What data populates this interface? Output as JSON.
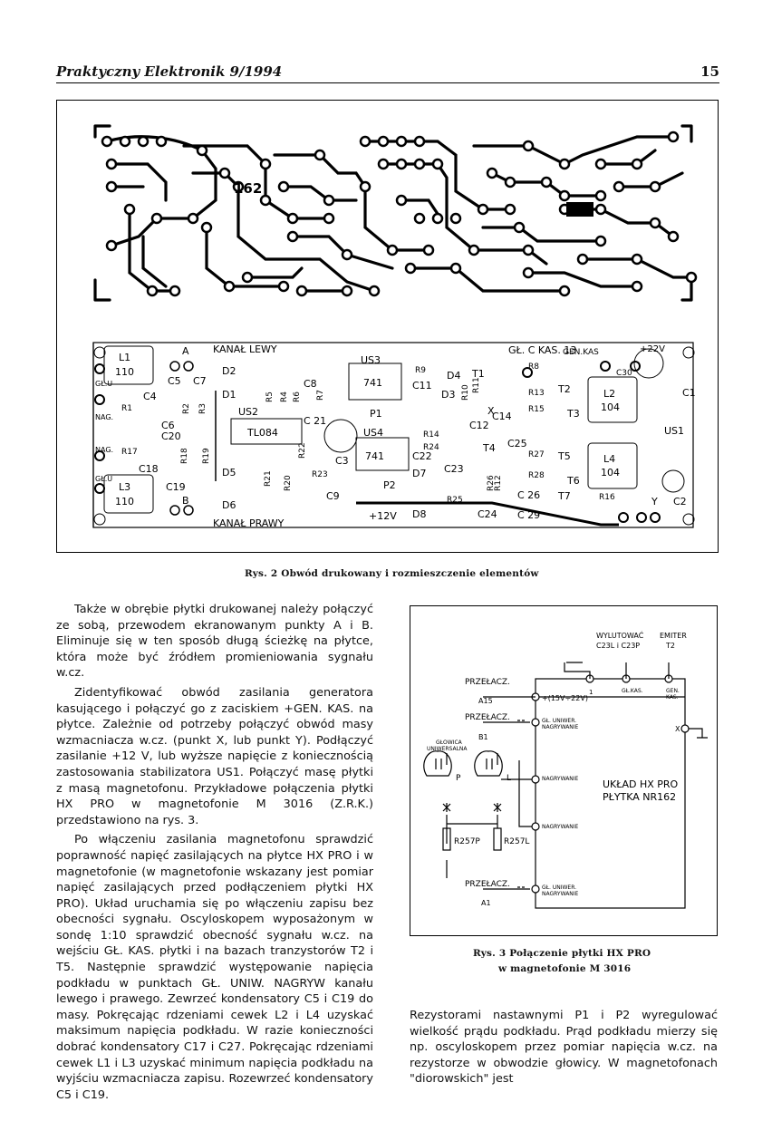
{
  "header": {
    "journal": "Praktyczny Elektronik 9/1994",
    "page": "15"
  },
  "fig2": {
    "caption": "Rys. 2 Obwód drukowany i rozmieszczenie elementów",
    "board_number": "162",
    "labels": {
      "kanal_lewy": "KANAŁ LEWY",
      "kanal_prawy": "KANAŁ PRAWY",
      "l1": "L1",
      "l1v": "110",
      "l3": "L3",
      "l3v": "110",
      "l2": "L2",
      "l2v": "104",
      "l4": "L4",
      "l4v": "104",
      "us2": "US2",
      "tl084": "TL084",
      "us3": "US3",
      "us4": "US4",
      "v741a": "741",
      "v741b": "741",
      "gl_kas": "GŁ. C KAS. 13",
      "gen_kas": "GEN.KAS",
      "v22": "+22V",
      "v12": "+12V",
      "gl_u1": "GŁ.U",
      "gl_u2": "GŁ.U",
      "nag1": "NAG.",
      "nag2": "NAG.",
      "a": "A",
      "b": "B",
      "x": "X",
      "y": "Y",
      "us1": "US1",
      "r1": "R1",
      "r17": "R17",
      "r18": "R18",
      "r19": "R19",
      "r2": "R2",
      "r3": "R3",
      "r4": "R4",
      "r5": "R5",
      "r6": "R6",
      "r7": "R7",
      "r8": "R8",
      "r9": "R9",
      "r10": "R10",
      "r11": "R11",
      "r12": "R12",
      "r13": "R13",
      "r14": "R14",
      "r15": "R15",
      "r16": "R16",
      "r20": "R20",
      "r21": "R21",
      "r22": "R22",
      "r23": "R23",
      "r24": "R24",
      "r25": "R25",
      "r26": "R26",
      "r27": "R27",
      "r28": "R28",
      "c4": "C4",
      "c5": "C5",
      "c6": "C6",
      "c7": "C7",
      "c8": "C8",
      "c9": "C9",
      "c11": "C11",
      "c12": "C12",
      "c14": "C14",
      "c18": "C18",
      "c19": "C19",
      "c20": "C20",
      "c21": "C 21",
      "c22": "C22",
      "c23": "C23",
      "c24": "C24",
      "c25": "C25",
      "c26": "C 26",
      "c29": "C 29",
      "c3": "C3",
      "c30": "C30",
      "c1": "C1",
      "c2": "C2",
      "d1": "D1",
      "d2": "D2",
      "d3": "D3",
      "d4": "D4",
      "d5": "D5",
      "d6": "D6",
      "d7": "D7",
      "d8": "D8",
      "t1": "T1",
      "t2": "T2",
      "t3": "T3",
      "t4": "T4",
      "t5": "T5",
      "t6": "T6",
      "t7": "T7",
      "p1": "P1",
      "p2": "P2"
    }
  },
  "left_column": [
    "Także w obrębie płytki drukowanej należy połączyć ze sobą, przewodem ekranowanym punkty A i B. Eliminuje się w ten sposób długą ścieżkę na płytce, która może być źródłem promieniowania sygnału w.cz.",
    "Zidentyfikować obwód zasilania generatora kasującego i połączyć go z zaciskiem +GEN. KAS. na płytce. Zależnie od potrzeby połączyć obwód masy wzmacniacza w.cz. (punkt X, lub punkt Y). Podłączyć zasilanie +12 V, lub wyższe napięcie z koniecznością zastosowania stabilizatora US1. Połączyć masę płytki z masą magnetofonu. Przykładowe połączenia płytki HX PRO w magnetofonie M 3016 (Z.R.K.) przedstawiono na rys. 3.",
    "Po włączeniu zasilania magnetofonu sprawdzić poprawność napięć zasilających na płytce HX PRO i w magnetofonie (w magnetofonie wskazany jest pomiar napięć zasilających przed podłączeniem płytki HX PRO). Układ uruchamia się po włączeniu zapisu bez obecności sygnału. Oscyloskopem wyposażonym w sondę 1:10 sprawdzić obecność sygnału w.cz. na wejściu GŁ. KAS. płytki i na bazach tranzystorów T2 i T5. Następnie sprawdzić występowanie napięcia podkładu w punktach GŁ. UNIW. NAGRYW kanału lewego i prawego. Zewrzeć kondensatory C5 i C19 do masy. Pokręcając rdzeniami cewek L2 i L4 uzyskać maksimum napięcia podkładu. W razie konieczności dobrać kondensatory C17 i C27. Pokręcając rdzeniami cewek L1 i L3 uzyskać minimum napięcia podkładu na wyjściu wzmacniacza zapisu. Rozewrzeć kondensatory C5 i C19."
  ],
  "fig3": {
    "caption_line1": "Rys. 3 Połączenie płytki HX PRO",
    "caption_line2": "w magnetofonie M 3016",
    "wylutowac": "WYLUTOWAĆ",
    "c23l": "C23L i C23P",
    "emiter": "EMITER",
    "t2": "T2",
    "przel1": "PRZEŁACZ.",
    "a15": "A15",
    "v15_22": "+(15V÷22V)",
    "gl_kas": "GŁ.KAS.",
    "gen": "GEN.",
    "kas": "KAS.",
    "przel2": "PRZEŁACZ.",
    "b1": "B1",
    "gl_uniwer1": "GŁ. UNIWER.",
    "nagrywanie1": "NAGRYWANIE",
    "glowica": "GŁOWICA",
    "uniwersalna": "UNIWERSALNA",
    "p": "P",
    "l": "L",
    "nagrywanie2": "NAGRYWANIE",
    "uklad": "UKŁAD HX PRO",
    "plytka": "PŁYTKA NR162",
    "nagrywanie3": "NAGRYWANIE",
    "r257p": "R257P",
    "r257l": "R257L",
    "przel3": "PRZEŁACZ.",
    "a1": "A1",
    "gl_uniwer2": "GŁ. UNIWER.",
    "nagrywanie4": "NAGRYWANIE",
    "x": "X",
    "one": "1"
  },
  "right_column": "Rezystorami nastawnymi P1 i P2 wyregulować wielkość prądu podkładu. Prąd podkładu mierzy się np. oscyloskopem przez pomiar napięcia w.cz. na rezystorze w obwodzie głowicy. W magnetofonach \"diorowskich\" jest"
}
